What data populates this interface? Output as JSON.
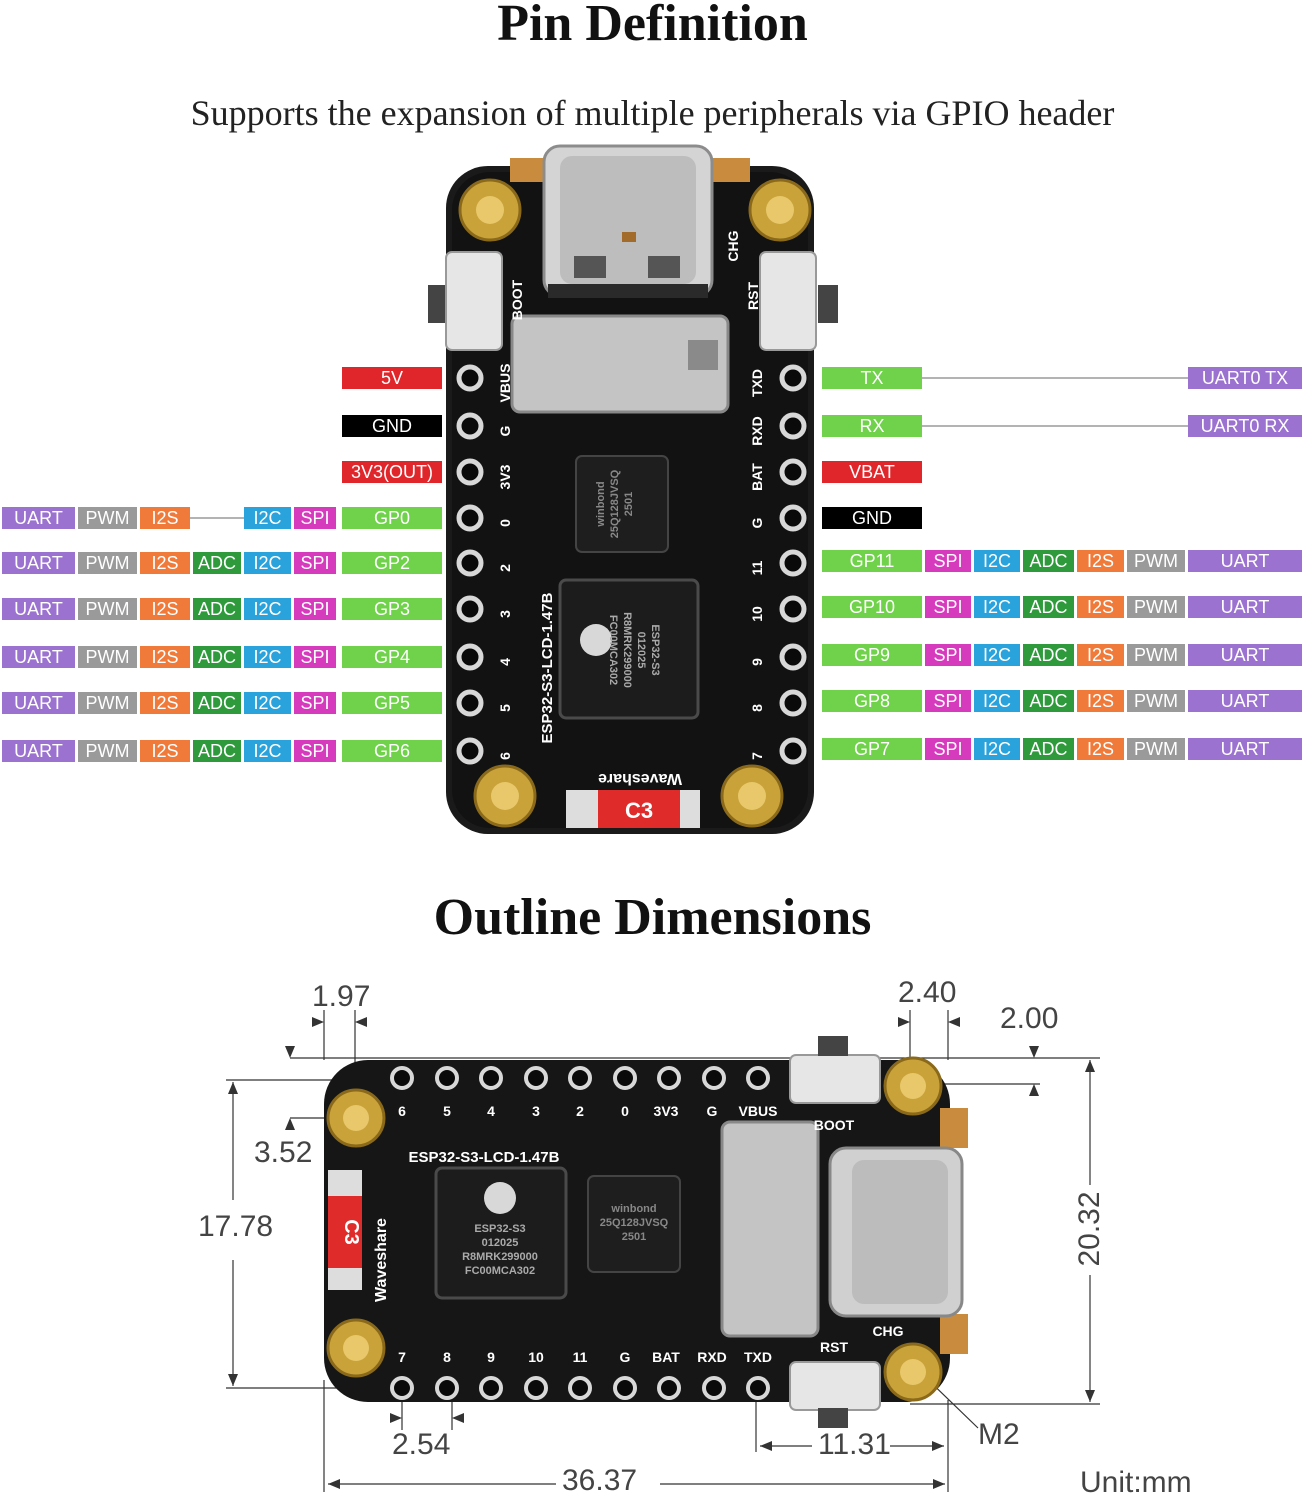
{
  "header": {
    "title": "Pin Definition",
    "subtitle": "Supports the expansion of multiple peripherals via GPIO header"
  },
  "outline_title": "Outline Dimensions",
  "colors": {
    "UART": "#9b72cf",
    "PWM": "#9a9a9a",
    "I2S": "#f07a3a",
    "ADC": "#2e9a3c",
    "I2C": "#2aa2dc",
    "SPI": "#d63bbd",
    "GP": "#6fd24a",
    "POWER": "#e0262b",
    "GND": "#000000"
  },
  "left_pins": [
    {
      "label": "5V",
      "type": "POWER",
      "funcs": []
    },
    {
      "label": "GND",
      "type": "GND",
      "funcs": []
    },
    {
      "label": "3V3(OUT)",
      "type": "POWER",
      "funcs": []
    },
    {
      "label": "GP0",
      "type": "GP",
      "funcs": [
        "UART",
        "PWM",
        "I2S",
        "",
        "I2C",
        "SPI"
      ]
    },
    {
      "label": "GP2",
      "type": "GP",
      "funcs": [
        "UART",
        "PWM",
        "I2S",
        "ADC",
        "I2C",
        "SPI"
      ]
    },
    {
      "label": "GP3",
      "type": "GP",
      "funcs": [
        "UART",
        "PWM",
        "I2S",
        "ADC",
        "I2C",
        "SPI"
      ]
    },
    {
      "label": "GP4",
      "type": "GP",
      "funcs": [
        "UART",
        "PWM",
        "I2S",
        "ADC",
        "I2C",
        "SPI"
      ]
    },
    {
      "label": "GP5",
      "type": "GP",
      "funcs": [
        "UART",
        "PWM",
        "I2S",
        "ADC",
        "I2C",
        "SPI"
      ]
    },
    {
      "label": "GP6",
      "type": "GP",
      "funcs": [
        "UART",
        "PWM",
        "I2S",
        "ADC",
        "I2C",
        "SPI"
      ]
    }
  ],
  "right_pins": [
    {
      "label": "TX",
      "type": "GP",
      "funcs": [],
      "extra": "UART0 TX"
    },
    {
      "label": "RX",
      "type": "GP",
      "funcs": [],
      "extra": "UART0 RX"
    },
    {
      "label": "VBAT",
      "type": "POWER",
      "funcs": []
    },
    {
      "label": "GND",
      "type": "GND",
      "funcs": []
    },
    {
      "label": "GP11",
      "type": "GP",
      "funcs": [
        "SPI",
        "I2C",
        "ADC",
        "I2S",
        "PWM",
        "UART"
      ]
    },
    {
      "label": "GP10",
      "type": "GP",
      "funcs": [
        "SPI",
        "I2C",
        "ADC",
        "I2S",
        "PWM",
        "UART"
      ]
    },
    {
      "label": "GP9",
      "type": "GP",
      "funcs": [
        "SPI",
        "I2C",
        "ADC",
        "I2S",
        "PWM",
        "UART"
      ]
    },
    {
      "label": "GP8",
      "type": "GP",
      "funcs": [
        "SPI",
        "I2C",
        "ADC",
        "I2S",
        "PWM",
        "UART"
      ]
    },
    {
      "label": "GP7",
      "type": "GP",
      "funcs": [
        "SPI",
        "I2C",
        "ADC",
        "I2S",
        "PWM",
        "UART"
      ]
    }
  ],
  "board_top": {
    "silk_left": [
      "VBUS",
      "G",
      "3V3",
      "0",
      "2",
      "3",
      "4",
      "5",
      "6"
    ],
    "silk_right": [
      "TXD",
      "RXD",
      "BAT",
      "G",
      "11",
      "10",
      "9",
      "8",
      "7"
    ],
    "boot": "BOOT",
    "rst": "RST",
    "chg": "CHG",
    "model": "ESP32-S3-LCD-1.47B",
    "brand": "Waveshare",
    "badge": "C3",
    "chip_lines": [
      "ESP32-S3",
      "012025",
      "R8MRK299000",
      "FC00MCA302"
    ],
    "flash_lines": [
      "winbond",
      "25Q128JVSQ",
      "2501"
    ]
  },
  "board_outline": {
    "silk_top": [
      "6",
      "5",
      "4",
      "3",
      "2",
      "0",
      "3V3",
      "G",
      "VBUS"
    ],
    "silk_bottom": [
      "7",
      "8",
      "9",
      "10",
      "11",
      "G",
      "BAT",
      "RXD",
      "TXD"
    ],
    "boot": "BOOT",
    "rst": "RST",
    "chg": "CHG",
    "model": "ESP32-S3-LCD-1.47B",
    "brand": "Waveshare",
    "badge": "C3",
    "chip_lines": [
      "ESP32-S3",
      "012025",
      "R8MRK299000",
      "FC00MCA302"
    ],
    "flash_lines": [
      "winbond",
      "25Q128JVSQ",
      "2501"
    ]
  },
  "dimensions": {
    "d1": "1.97",
    "d2": "2.40",
    "d3": "2.00",
    "d4": "3.52",
    "d5": "17.78",
    "d6": "20.32",
    "d7": "2.54",
    "d8": "11.31",
    "d9": "36.37",
    "hole": "M2",
    "unit": "Unit:mm"
  }
}
